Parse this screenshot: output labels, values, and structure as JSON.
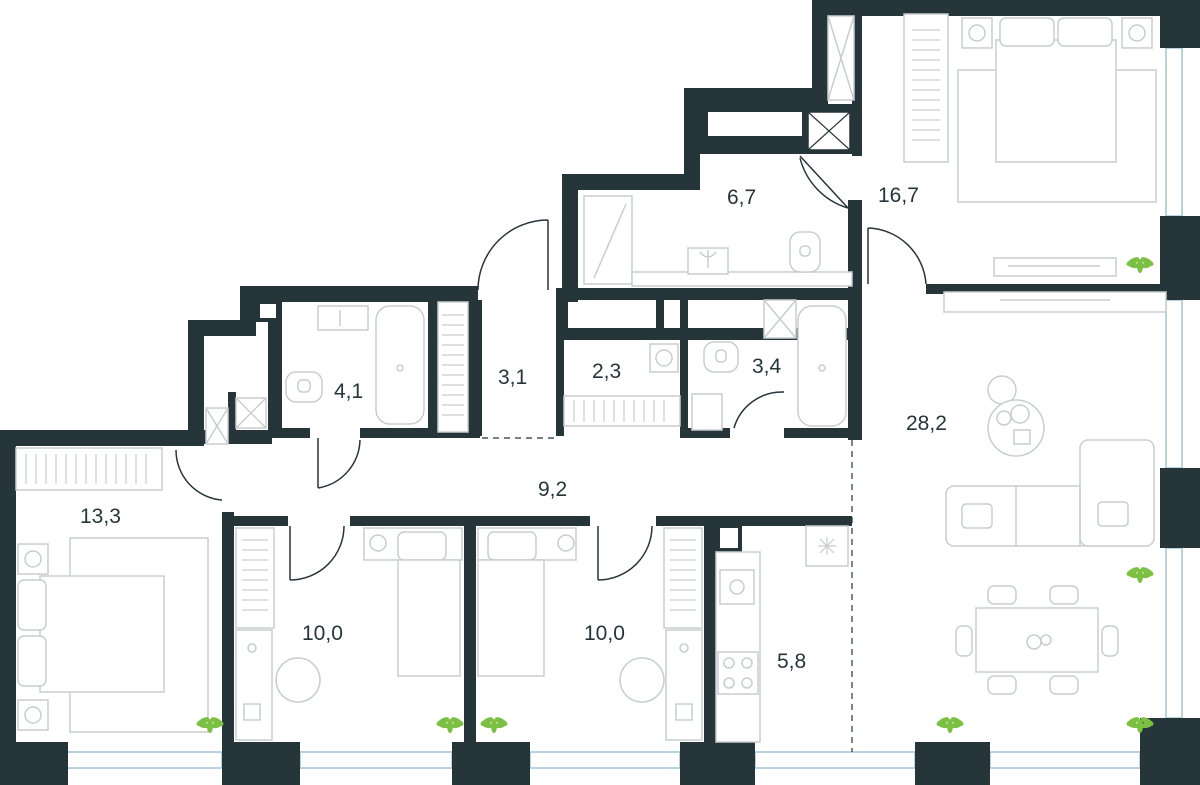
{
  "rooms": [
    {
      "id": "hall",
      "area": "9,2"
    },
    {
      "id": "bedroom_master",
      "area": "16,7"
    },
    {
      "id": "bathroom_top",
      "area": "6,7"
    },
    {
      "id": "living_kitchen",
      "area": "28,2"
    },
    {
      "id": "bathroom_left",
      "area": "4,1"
    },
    {
      "id": "corridor",
      "area": "3,1"
    },
    {
      "id": "laundry",
      "area": "2,3"
    },
    {
      "id": "bathroom_small",
      "area": "3,4"
    },
    {
      "id": "bedroom_left",
      "area": "13,3"
    },
    {
      "id": "kids_room_1",
      "area": "10,0"
    },
    {
      "id": "kids_room_2",
      "area": "10,0"
    },
    {
      "id": "kitchen",
      "area": "5,8"
    }
  ],
  "colors": {
    "wall": "#26353a",
    "furniture": "#c9cdcf",
    "window": "#9fc6d4",
    "plant": "#7cc043"
  }
}
